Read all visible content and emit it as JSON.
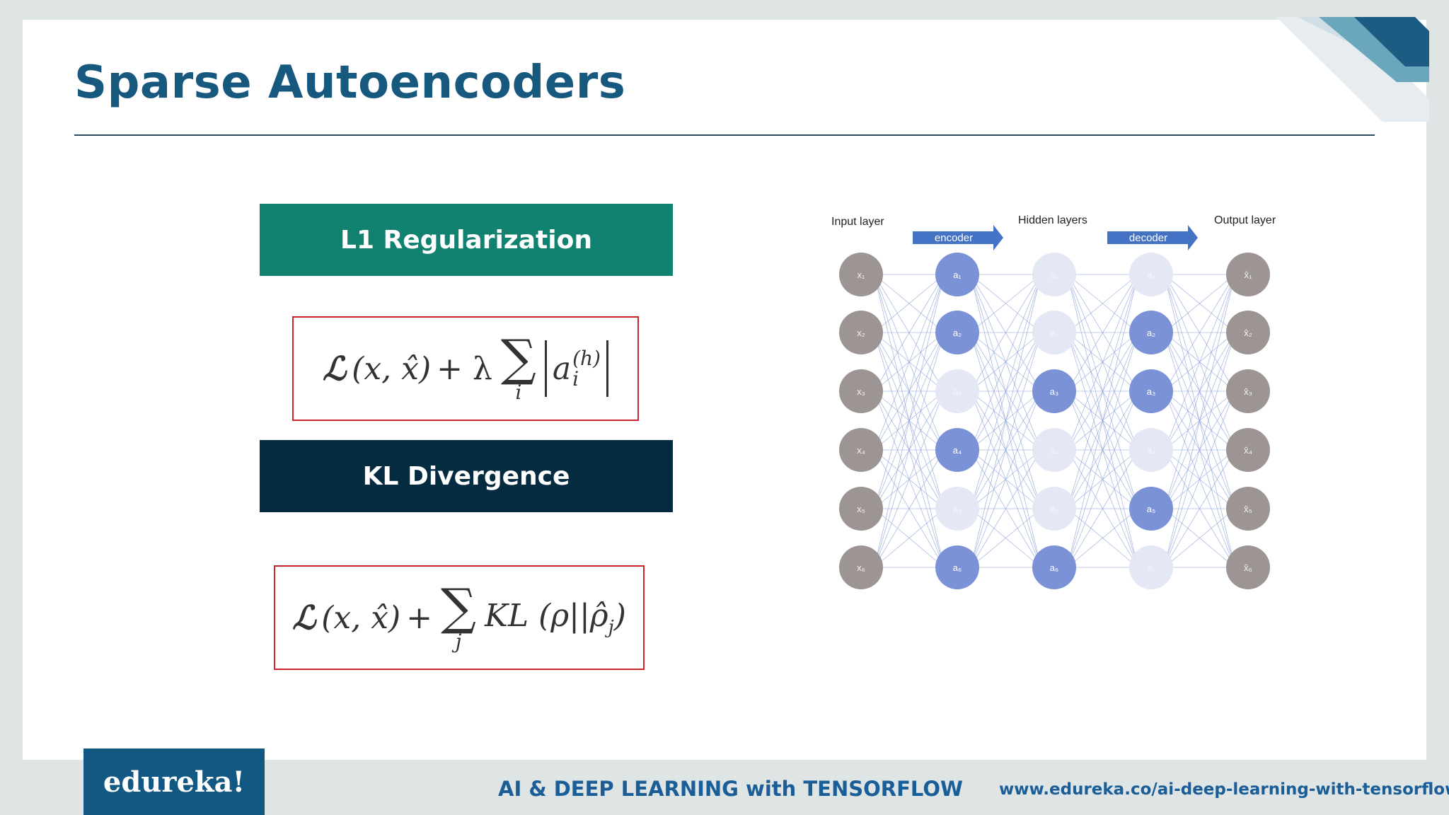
{
  "slide": {
    "title": "Sparse Autoencoders"
  },
  "sections": {
    "l1": {
      "label": "L1 Regularization",
      "formula": {
        "loss": "ℒ",
        "args": "(x, x̂)",
        "plus_lambda": "+ λ",
        "sum": "∑",
        "sum_index": "i",
        "activation": "a",
        "superscript": "(h)",
        "subscript": "i"
      }
    },
    "kl": {
      "label": "KL Divergence",
      "formula": {
        "loss": "ℒ",
        "args": "(x, x̂)",
        "plus": "+",
        "sum": "∑",
        "sum_index": "j",
        "term": "KL (ρ||ρ̂",
        "term_sub": "j",
        "term_close": ")"
      }
    }
  },
  "diagram": {
    "input_label": "Input layer",
    "hidden_label": "Hidden layers",
    "output_label": "Output layer",
    "encoder_label": "encoder",
    "decoder_label": "decoder",
    "columns": [
      {
        "kind": "input",
        "nodes": [
          "x₁",
          "x₂",
          "x₃",
          "x₄",
          "x₅",
          "x₆"
        ],
        "active": [
          true,
          true,
          true,
          true,
          true,
          true
        ]
      },
      {
        "kind": "hidden",
        "nodes": [
          "a₁",
          "a₂",
          "a₃",
          "a₄",
          "a₅",
          "a₆"
        ],
        "active": [
          true,
          true,
          false,
          true,
          false,
          true
        ]
      },
      {
        "kind": "hidden",
        "nodes": [
          "a₁",
          "a₂",
          "a₃",
          "a₄",
          "a₅",
          "a₆"
        ],
        "active": [
          false,
          false,
          true,
          false,
          false,
          true
        ]
      },
      {
        "kind": "hidden",
        "nodes": [
          "a₁",
          "a₂",
          "a₃",
          "a₄",
          "a₅",
          "a₆"
        ],
        "active": [
          false,
          true,
          true,
          false,
          true,
          false
        ]
      },
      {
        "kind": "output",
        "nodes": [
          "x̂₁",
          "x̂₂",
          "x̂₃",
          "x̂₄",
          "x̂₅",
          "x̂₆"
        ],
        "active": [
          true,
          true,
          true,
          true,
          true,
          true
        ]
      }
    ],
    "colors": {
      "input_node": "#9d9494",
      "hidden_active": "#7b93d6",
      "hidden_inactive": "#e4e8f5",
      "arrow": "#4472c4",
      "edge": "#8ea4d8"
    }
  },
  "footer": {
    "logo": "edureka!",
    "course": "AI & DEEP LEARNING with TENSORFLOW",
    "url": "www.edureka.co/ai-deep-learning-with-tensorflow"
  },
  "colors": {
    "title": "#17587e",
    "l1_box": "#128270",
    "kl_box": "#042b40",
    "formula_border": "#c8262a",
    "footer_logo_bg": "#125882",
    "footer_text": "#1a5d97"
  }
}
